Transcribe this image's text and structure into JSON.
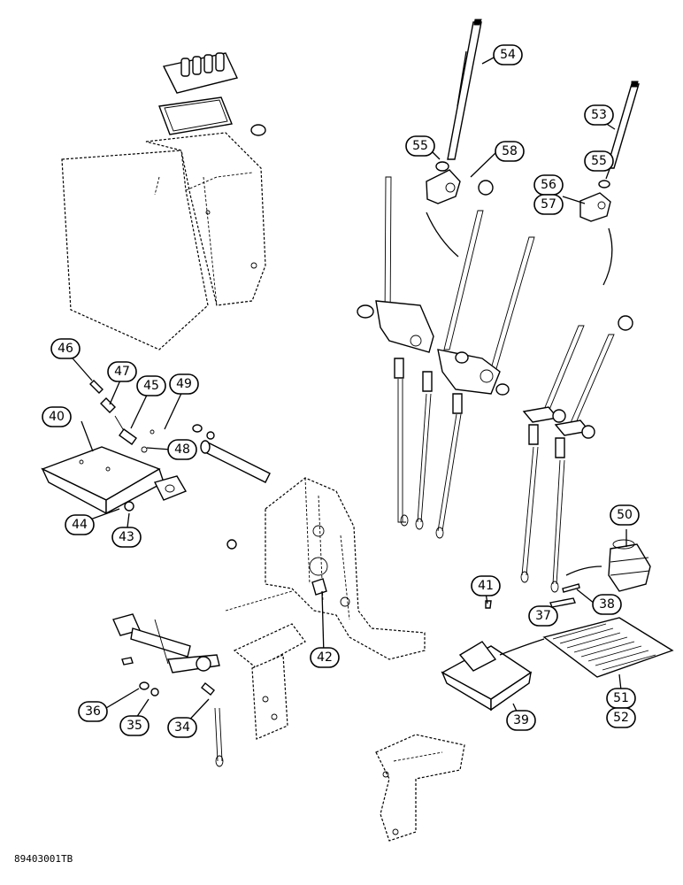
{
  "callouts": {
    "c54": "54",
    "c53": "53",
    "c55a": "55",
    "c58": "58",
    "c55b": "55",
    "c56": "56",
    "c57": "57",
    "c46": "46",
    "c47": "47",
    "c45": "45",
    "c49": "49",
    "c40": "40",
    "c48": "48",
    "c44": "44",
    "c43": "43",
    "c50": "50",
    "c41": "41",
    "c38": "38",
    "c37": "37",
    "c42": "42",
    "c36": "36",
    "c35": "35",
    "c34": "34",
    "c39": "39",
    "c51": "51",
    "c52": "52"
  },
  "footer": {
    "drawing_code": "89403001TB"
  }
}
